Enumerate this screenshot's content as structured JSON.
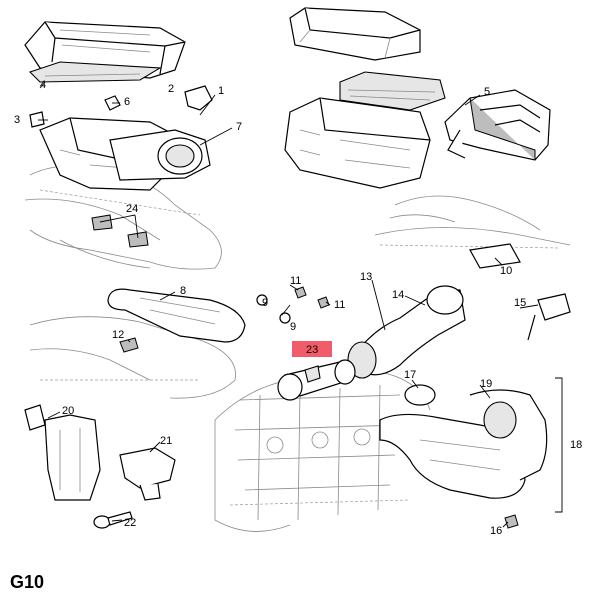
{
  "page_code": "G10",
  "callouts": [
    {
      "id": "p1",
      "label": "1"
    },
    {
      "id": "p2",
      "label": "2"
    },
    {
      "id": "p3",
      "label": "3"
    },
    {
      "id": "p4",
      "label": "4"
    },
    {
      "id": "p5",
      "label": "5"
    },
    {
      "id": "p6",
      "label": "6"
    },
    {
      "id": "p7",
      "label": "7"
    },
    {
      "id": "p8",
      "label": "8"
    },
    {
      "id": "p9a",
      "label": "9"
    },
    {
      "id": "p9b",
      "label": "9"
    },
    {
      "id": "p10",
      "label": "10"
    },
    {
      "id": "p11a",
      "label": "11"
    },
    {
      "id": "p11b",
      "label": "11"
    },
    {
      "id": "p12",
      "label": "12"
    },
    {
      "id": "p13",
      "label": "13"
    },
    {
      "id": "p14",
      "label": "14"
    },
    {
      "id": "p15",
      "label": "15"
    },
    {
      "id": "p16",
      "label": "16"
    },
    {
      "id": "p17",
      "label": "17"
    },
    {
      "id": "p18",
      "label": "18"
    },
    {
      "id": "p19",
      "label": "19"
    },
    {
      "id": "p20",
      "label": "20"
    },
    {
      "id": "p21",
      "label": "21"
    },
    {
      "id": "p22",
      "label": "22"
    },
    {
      "id": "p23",
      "label": "23"
    },
    {
      "id": "p24",
      "label": "24"
    }
  ],
  "highlight": {
    "label": "23",
    "color": "#f25c6a"
  }
}
